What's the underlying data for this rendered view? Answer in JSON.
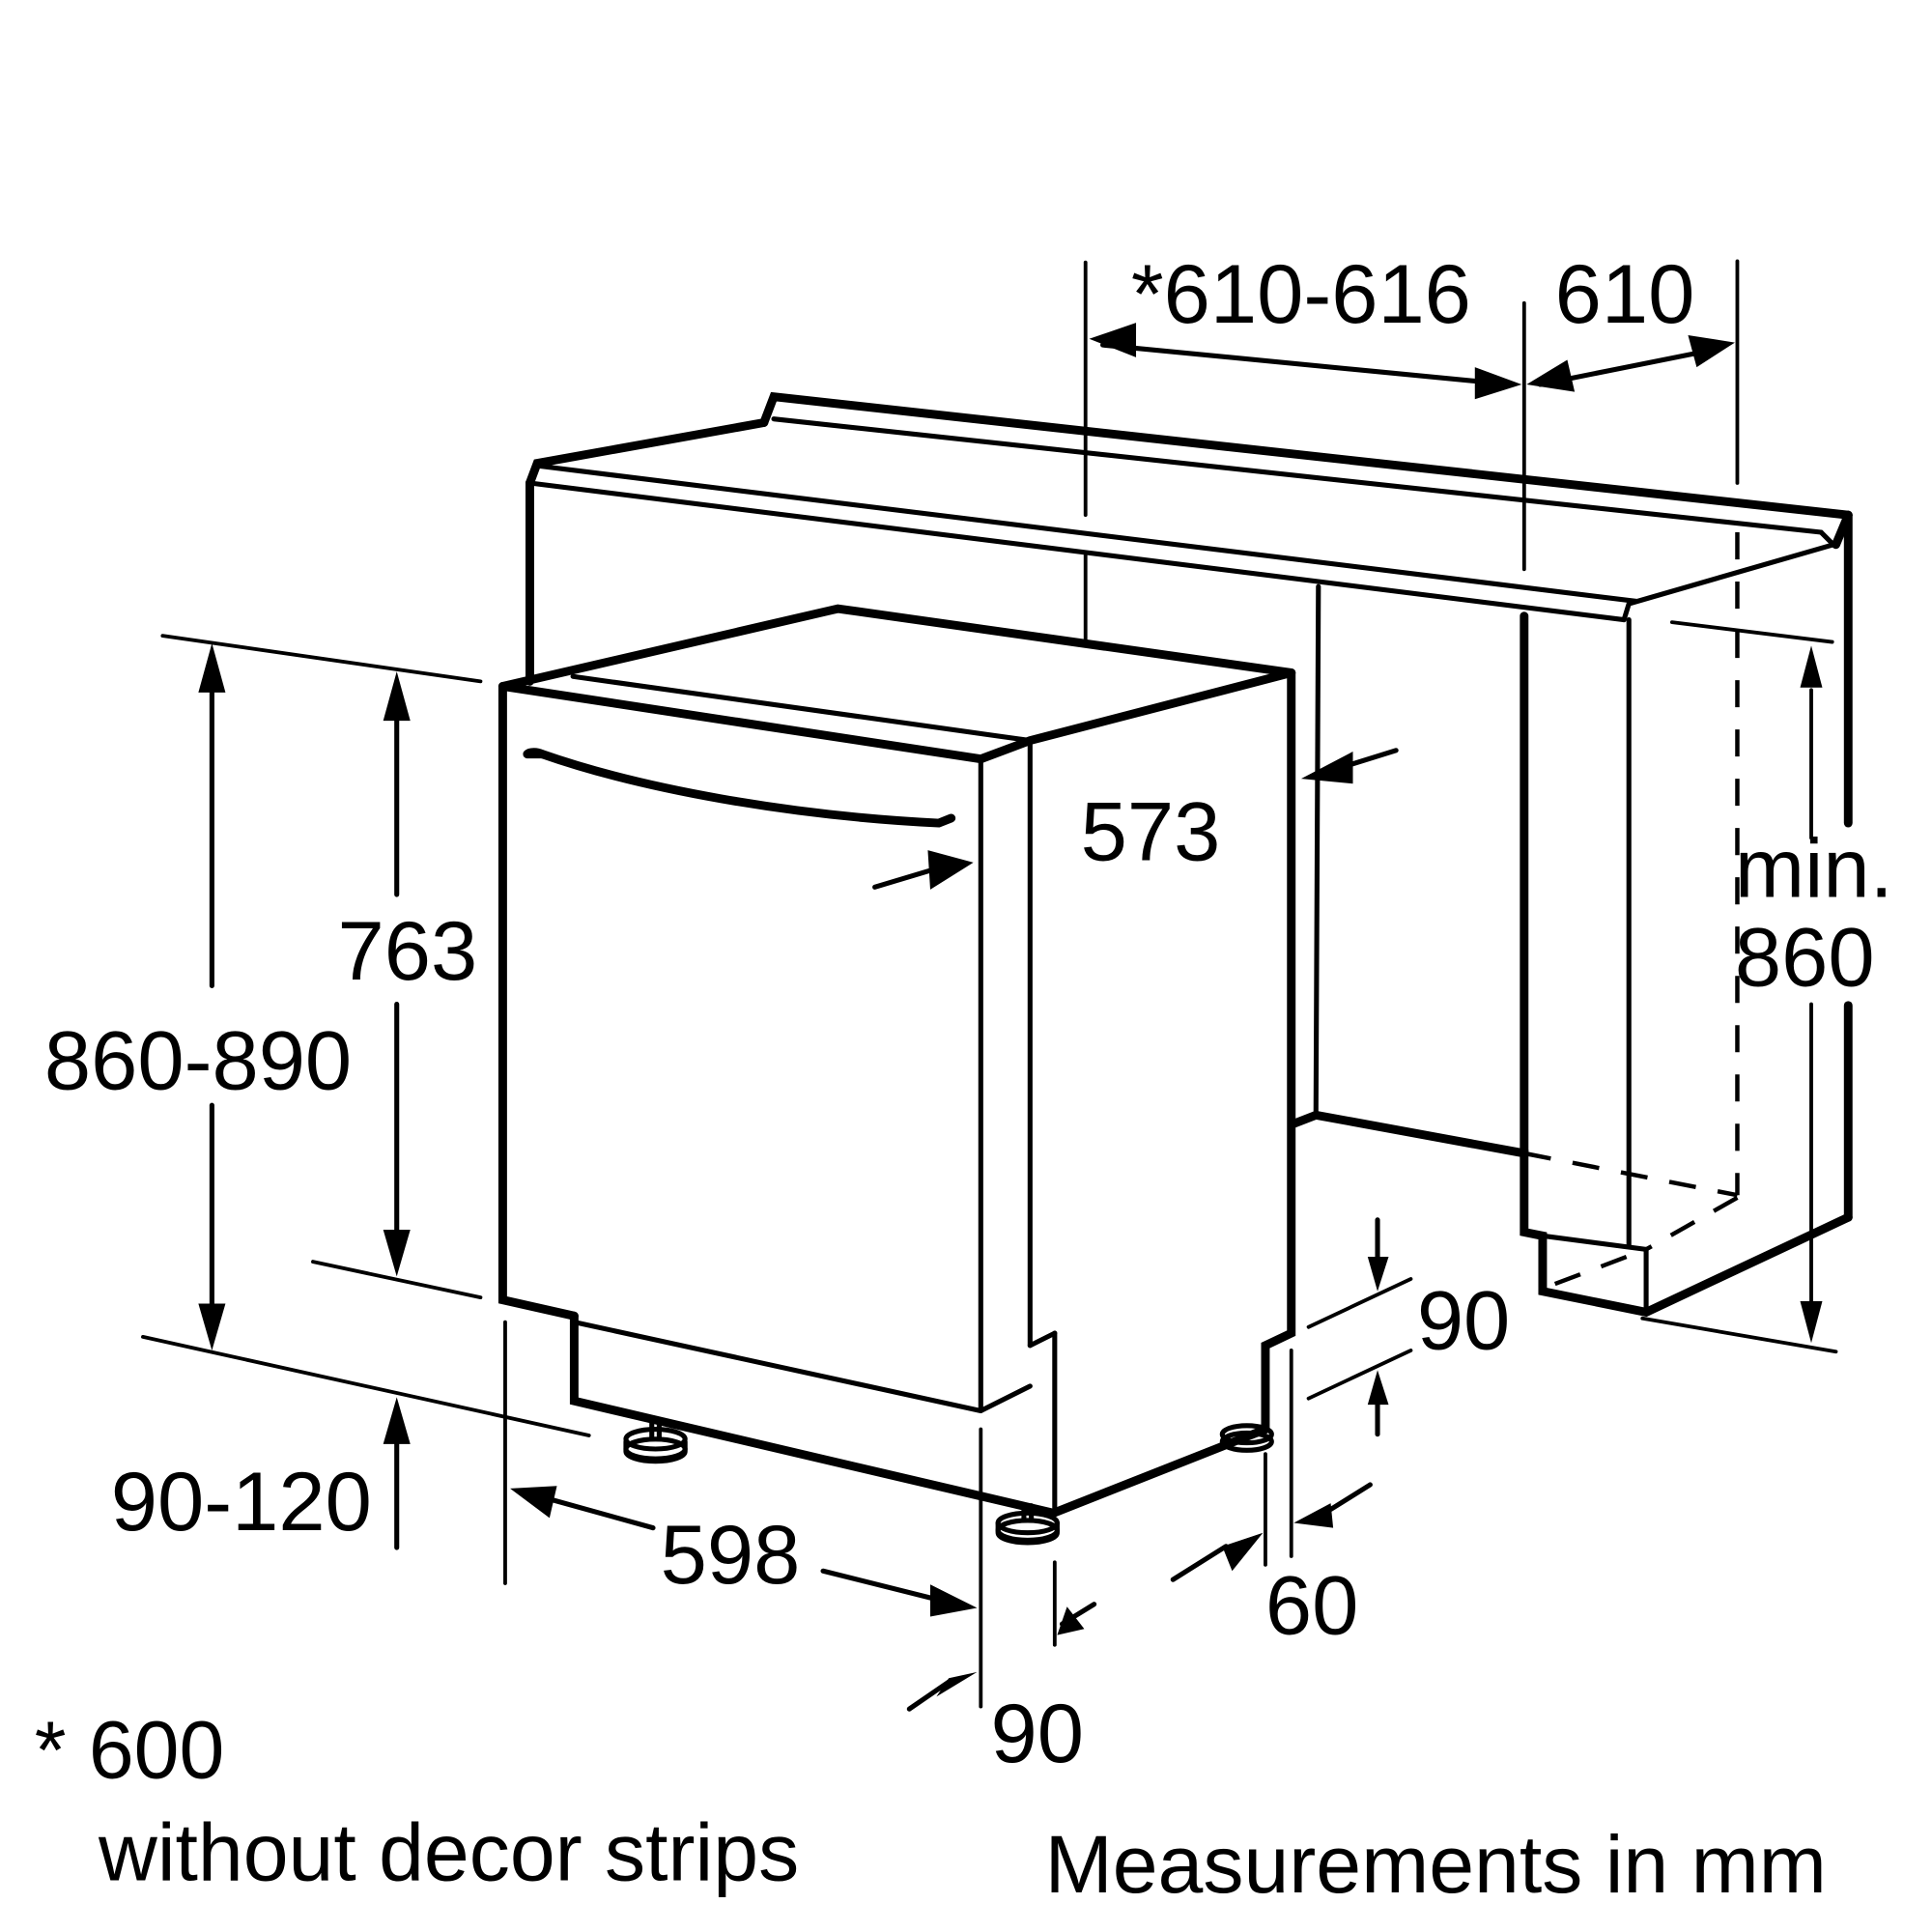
{
  "diagram": {
    "type": "built-in dishwasher installation dimension drawing",
    "units_note": "Measurements in mm",
    "footnote": {
      "marker": "* 600",
      "text": "without decor strips"
    },
    "dimensions": {
      "niche_depth": "*610-616",
      "countertop_depth": "610",
      "appliance_depth": "573",
      "door_height": "763",
      "niche_height": "860-890",
      "plinth_height": "90-120",
      "appliance_width": "598",
      "plinth_depth_front": "90",
      "plinth_depth_side": "90",
      "rear_foot_offset": "60",
      "cabinet_height_label": "min.",
      "cabinet_height_value": "860"
    }
  }
}
